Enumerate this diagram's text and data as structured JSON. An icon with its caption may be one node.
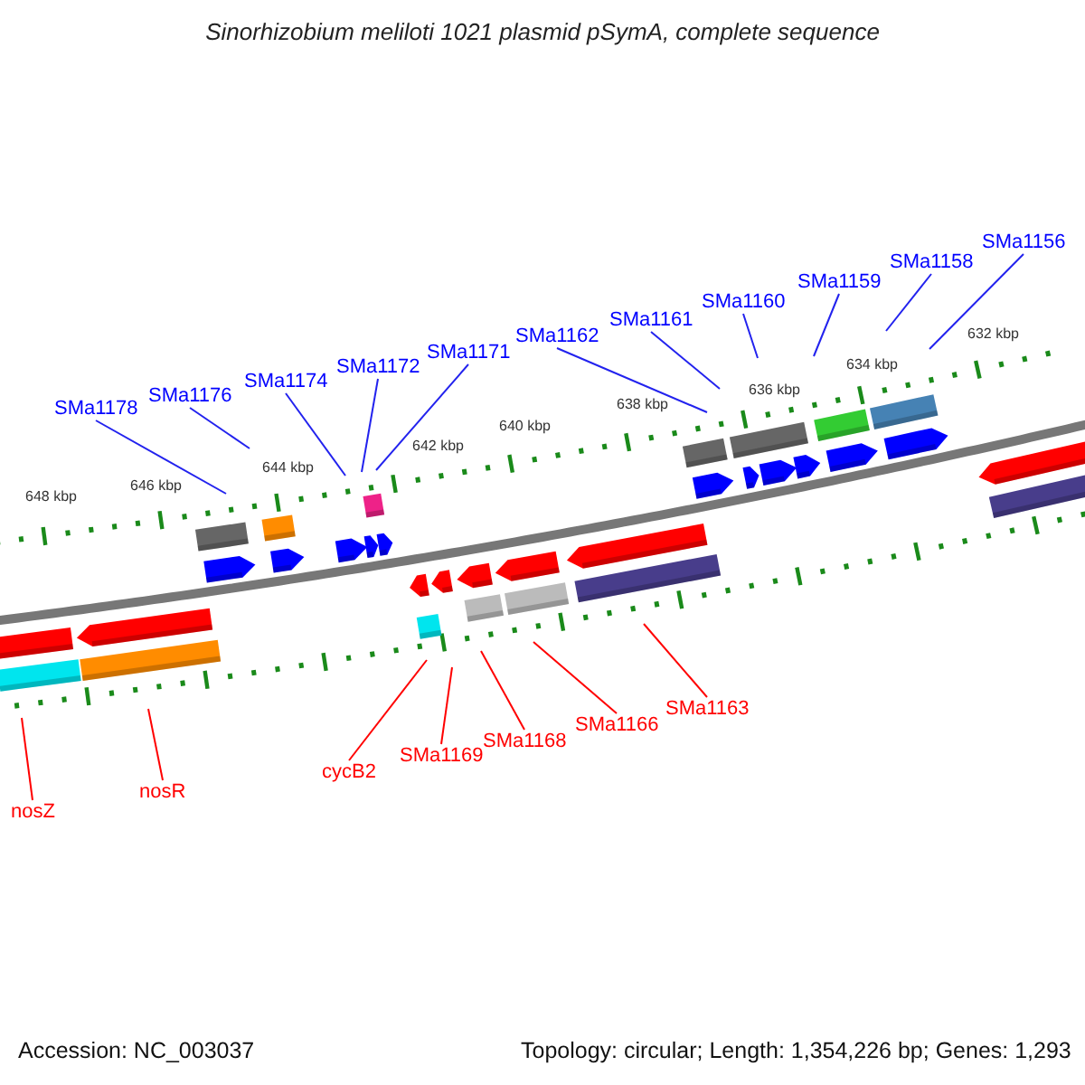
{
  "diagram": {
    "title": "Sinorhizobium meliloti 1021 plasmid pSymA, complete sequence",
    "nodes": [
      {
        "text": [
          "SMa1178"
        ]
      },
      {
        "text": [
          "SMa1176"
        ]
      },
      {
        "text": [
          "SMa1174"
        ]
      },
      {
        "text": [
          "SMa1172"
        ]
      },
      {
        "text": [
          "SMa1171"
        ]
      },
      {
        "text": [
          "SMa1162"
        ]
      },
      {
        "text": [
          "SMa1161"
        ]
      },
      {
        "text": [
          "SMa1160"
        ]
      },
      {
        "text": [
          "SMa1159"
        ]
      },
      {
        "text": [
          "SMa1158"
        ]
      },
      {
        "text": [
          "SMa1156"
        ]
      },
      {
        "text": [
          "nosZ"
        ]
      },
      {
        "text": [
          "nosR"
        ]
      },
      {
        "text": [
          "cycB2"
        ]
      },
      {
        "text": [
          "SMa1169"
        ]
      },
      {
        "text": [
          "SMa1168"
        ]
      },
      {
        "text": [
          "SMa1166"
        ]
      },
      {
        "text": [
          "SMa1163"
        ]
      }
    ],
    "edges": [
      {
        "from": 0,
        "to": null,
        "arrow": "none"
      },
      {
        "from": 1,
        "to": null,
        "arrow": "none"
      },
      {
        "from": 2,
        "to": null,
        "arrow": "none"
      },
      {
        "from": 3,
        "to": null,
        "arrow": "none"
      },
      {
        "from": 4,
        "to": null,
        "arrow": "none"
      },
      {
        "from": 5,
        "to": null,
        "arrow": "none"
      },
      {
        "from": 6,
        "to": null,
        "arrow": "none"
      },
      {
        "from": 7,
        "to": null,
        "arrow": "none"
      },
      {
        "from": 8,
        "to": null,
        "arrow": "none"
      },
      {
        "from": 9,
        "to": null,
        "arrow": "none"
      },
      {
        "from": 10,
        "to": null,
        "arrow": "none"
      },
      {
        "from": 11,
        "to": null,
        "arrow": "none",
        "color": "#ff0000"
      },
      {
        "from": 12,
        "to": null,
        "arrow": "none",
        "color": "#ff0000"
      },
      {
        "from": 13,
        "to": null,
        "arrow": "none",
        "color": "#ff0000"
      },
      {
        "from": 14,
        "to": null,
        "arrow": "none",
        "color": "#ff0000"
      },
      {
        "from": 15,
        "to": null,
        "arrow": "none",
        "color": "#ff0000"
      },
      {
        "from": 16,
        "to": null,
        "arrow": "none",
        "color": "#ff0000"
      },
      {
        "from": 17,
        "to": null,
        "arrow": "none",
        "color": "#ff0000"
      }
    ],
    "labels": [
      "632 kbp",
      "634 kbp",
      "636 kbp",
      "638 kbp",
      "640 kbp",
      "642 kbp",
      "644 kbp",
      "646 kbp",
      "648 kbp",
      "Accession: NC_003037",
      "Topology: circular; Length: 1,354,226 bp; Genes: 1,293"
    ]
  }
}
